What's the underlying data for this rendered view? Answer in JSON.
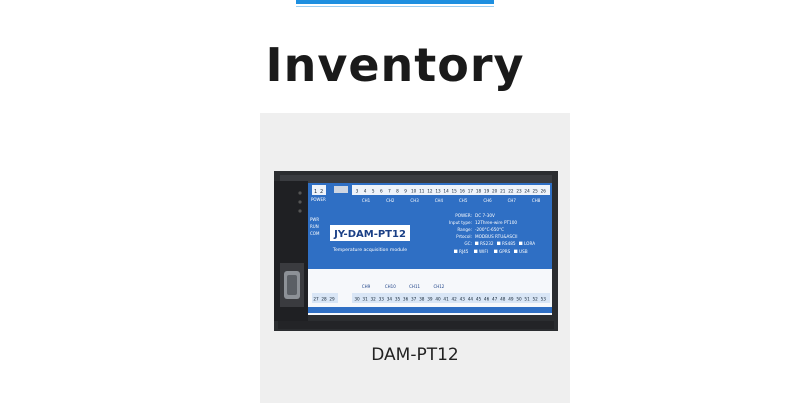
{
  "page": {
    "heading": "Inventory"
  },
  "product": {
    "caption": "DAM-PT12",
    "device": {
      "model": "JY-DAM-PT12",
      "subtitle": "Temperature acquisition module",
      "power_label": "POWER",
      "led_labels": [
        "PWR",
        "RUN",
        "COM"
      ],
      "top_terminal_numbers": [
        "1",
        "2",
        "3",
        "4",
        "5",
        "6",
        "7",
        "8",
        "9",
        "10",
        "11",
        "12",
        "13",
        "14",
        "15",
        "16",
        "17",
        "18",
        "19",
        "20",
        "21",
        "22",
        "23",
        "24",
        "25",
        "26"
      ],
      "top_channels": [
        "CH1",
        "CH2",
        "CH3",
        "CH4",
        "CH5",
        "CH6",
        "CH7",
        "CH8"
      ],
      "bottom_left_numbers": [
        "27",
        "28",
        "29"
      ],
      "bottom_terminal_numbers": [
        "30",
        "31",
        "32",
        "33",
        "34",
        "35",
        "36",
        "37",
        "38",
        "39",
        "40",
        "41",
        "42",
        "43",
        "44",
        "45",
        "46",
        "47",
        "48",
        "49",
        "50",
        "51",
        "52",
        "53"
      ],
      "bottom_channels": [
        "CH9",
        "CH10",
        "CH11",
        "CH12"
      ],
      "specs": [
        {
          "key": "POWER:",
          "value": "DC 7-30V"
        },
        {
          "key": "Input type:",
          "value": "12Three-wire PT100"
        },
        {
          "key": "Range:",
          "value": "-200°C-650°C"
        },
        {
          "key": "Prtocol:",
          "value": "MODBUS RTU&ASCII"
        }
      ],
      "gc_label": "GC:",
      "comm_row1": [
        "RS232",
        "RS485",
        "LORA"
      ],
      "comm_row2": [
        "RJ45",
        "WIFI",
        "GPRS",
        "USB"
      ]
    }
  }
}
